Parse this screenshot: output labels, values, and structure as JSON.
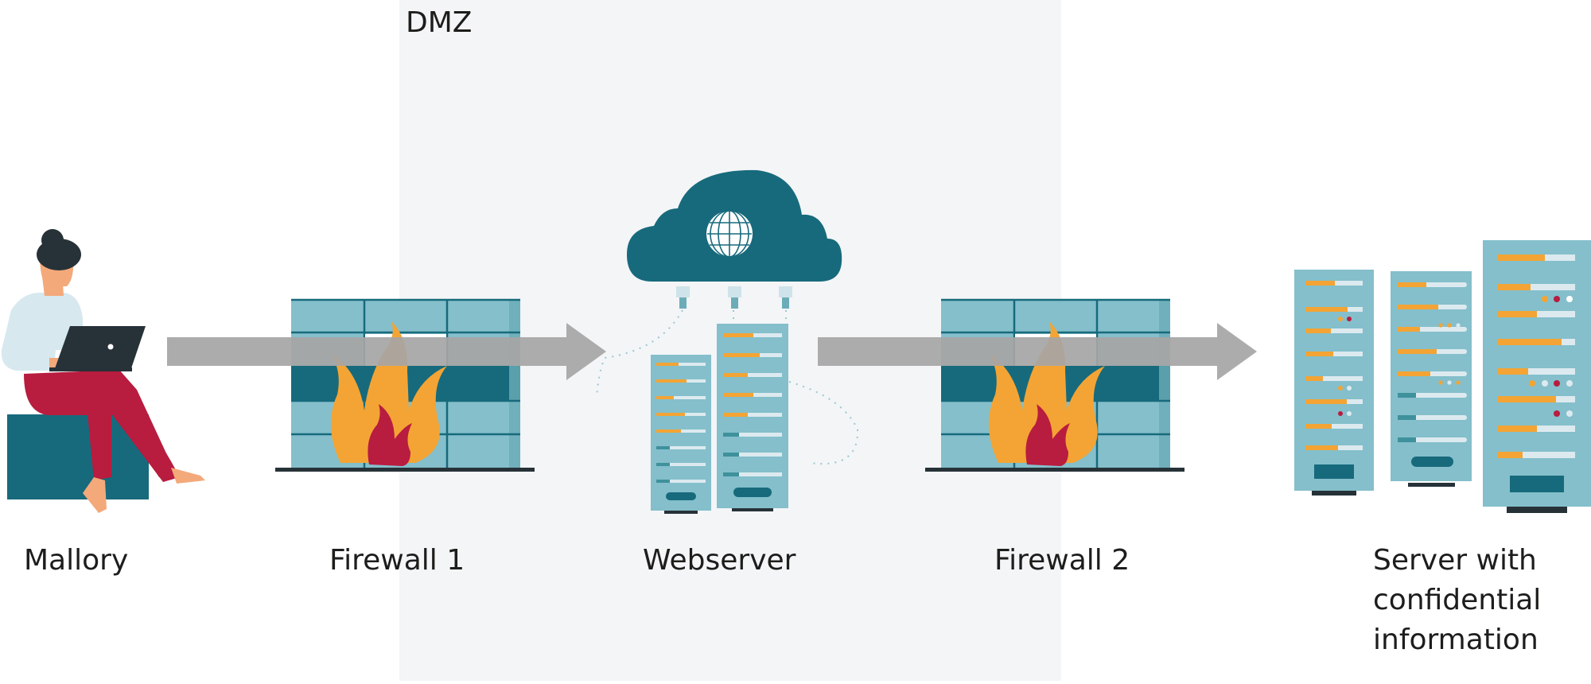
{
  "zone": {
    "label": "DMZ",
    "color": "#f3f5f7"
  },
  "nodes": [
    {
      "id": "mallory",
      "label": "Mallory"
    },
    {
      "id": "firewall-1",
      "label": "Firewall 1"
    },
    {
      "id": "webserver",
      "label": "Webserver"
    },
    {
      "id": "firewall-2",
      "label": "Firewall 2"
    },
    {
      "id": "server-confidential",
      "label": "Server with\nconfidential\ninformation"
    }
  ],
  "flows": [
    {
      "from": "mallory",
      "to": "webserver",
      "through": "firewall-1"
    },
    {
      "from": "webserver",
      "to": "server-confidential",
      "through": "firewall-2"
    }
  ],
  "colors": {
    "teal_dark": "#176a7c",
    "teal_light": "#84bfcb",
    "teal_edge": "#6cacb8",
    "bar_light": "#dceaef",
    "orange": "#f4a434",
    "crimson": "#b81c3f",
    "charcoal": "#263238",
    "arrow_gray": "#a6a5a5",
    "skin": "#f4a97a",
    "shirt": "#d7e8ef"
  }
}
